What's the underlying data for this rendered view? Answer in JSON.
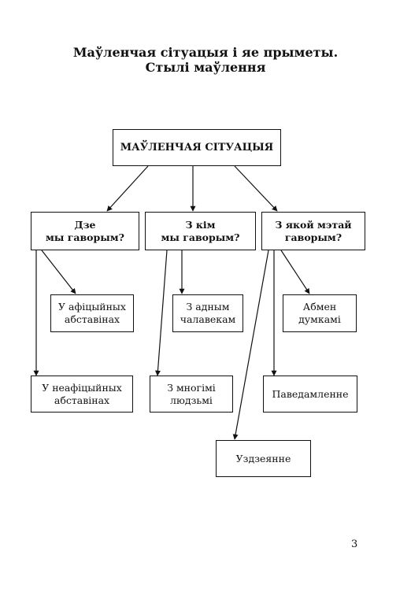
{
  "title": {
    "line1": "Маўленчая сітуацыя і яе прыметы.",
    "line2": "Стылі маўлення"
  },
  "diagram": {
    "root": "МАЎЛЕНЧАЯ СІТУАЦЫЯ",
    "categories": {
      "where": "Дзе\nмы гаворым?",
      "with_whom": "З кім\nмы гаворым?",
      "purpose": "З якой мэтай\nгаворым?"
    },
    "leaves": {
      "official": "У афіцыйных\nабставінах",
      "unofficial": "У неафіцыйных\nабставінах",
      "one_person": "З адным\nчалавекам",
      "many_people": "З многімі\nлюдзьмі",
      "exchange": "Абмен\nдумкамі",
      "message": "Паведамленне",
      "influence": "Уздзеянне"
    }
  },
  "page_number": "3"
}
